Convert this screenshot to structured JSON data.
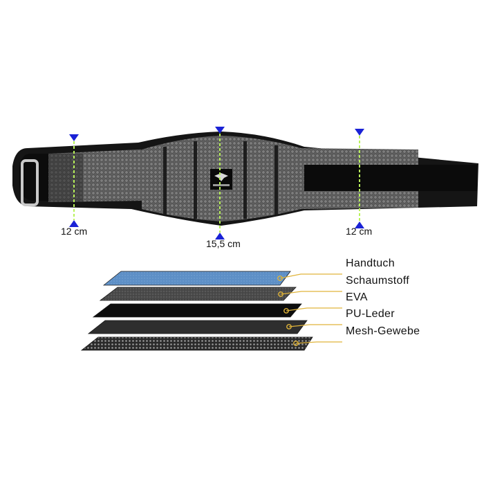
{
  "belt": {
    "logo_icon": "eagle-logo-icon",
    "colors": {
      "frame": "#151515",
      "mesh": "#6f6f6f",
      "measure_line": "#b8f25a",
      "marker": "#1a22d6"
    }
  },
  "measurements": [
    {
      "label": "12 cm"
    },
    {
      "label": "15,5 cm"
    },
    {
      "label": "12 cm"
    }
  ],
  "layers": [
    {
      "label": "Handtuch",
      "color": "#5c8ec4"
    },
    {
      "label": "Schaumstoff",
      "color": "#4a4a4a"
    },
    {
      "label": "EVA",
      "color": "#0d0d0d"
    },
    {
      "label": "PU-Leder",
      "color": "#2e2e2e"
    },
    {
      "label": "Mesh-Gewebe",
      "color": "#3a3a3a"
    }
  ],
  "leader_color": "#e0b43a"
}
